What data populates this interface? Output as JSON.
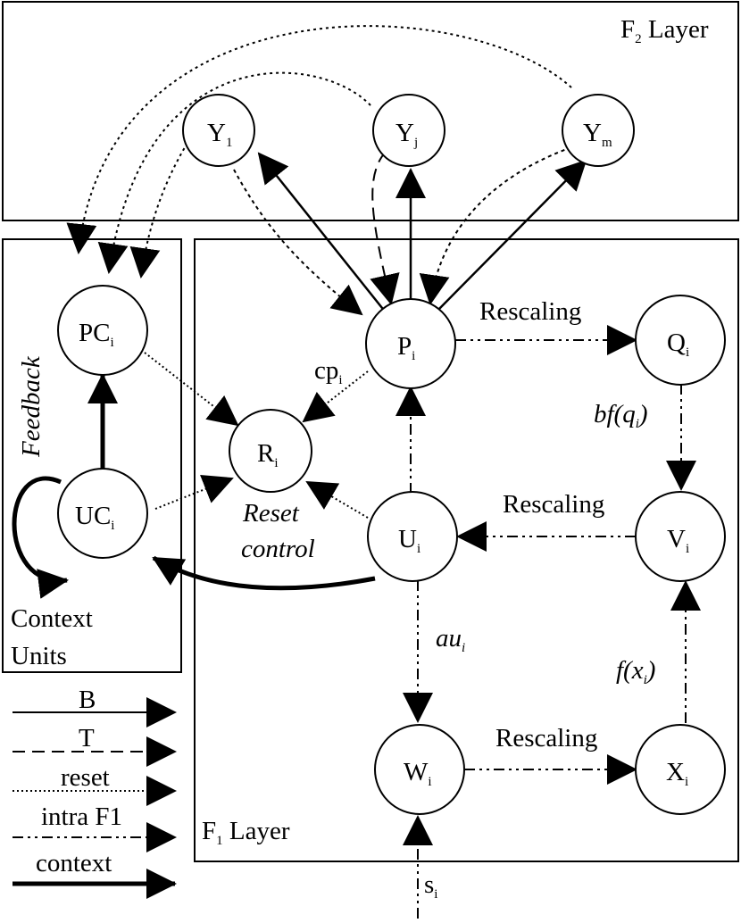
{
  "layers": {
    "f2": {
      "main": "F",
      "sub": "2",
      "rest": " Layer"
    },
    "f1": {
      "main": "F",
      "sub": "1",
      "rest": " Layer"
    },
    "context": {
      "line1": "Context",
      "line2": "Units"
    }
  },
  "nodes": {
    "y1": {
      "main": "Y",
      "sub": "1"
    },
    "yj": {
      "main": "Y",
      "sub": "j"
    },
    "ym": {
      "main": "Y",
      "sub": "m"
    },
    "pc": {
      "main": "PC",
      "sub": "i"
    },
    "uc": {
      "main": "UC",
      "sub": "i"
    },
    "r": {
      "main": "R",
      "sub": "i"
    },
    "p": {
      "main": "P",
      "sub": "i"
    },
    "q": {
      "main": "Q",
      "sub": "i"
    },
    "v": {
      "main": "V",
      "sub": "i"
    },
    "u": {
      "main": "U",
      "sub": "i"
    },
    "w": {
      "main": "W",
      "sub": "i"
    },
    "x": {
      "main": "X",
      "sub": "i"
    }
  },
  "edge_labels": {
    "rescaling_pq": "Rescaling",
    "rescaling_vu": "Rescaling",
    "rescaling_wx": "Rescaling",
    "cp": {
      "main": "cp",
      "sub": "i"
    },
    "bf": {
      "main": "bf(q",
      "sub": "i",
      "close": ")"
    },
    "fx": {
      "main": "f(x",
      "sub": "i",
      "close": ")"
    },
    "au": {
      "main": "au",
      "sub": "i"
    },
    "si": {
      "main": "s",
      "sub": "i"
    },
    "feedback": "Feedback",
    "reset_control_1": "Reset",
    "reset_control_2": "control"
  },
  "legend": {
    "b": "B",
    "t": "T",
    "reset": "reset",
    "intra": "intra F1",
    "context": "context"
  }
}
